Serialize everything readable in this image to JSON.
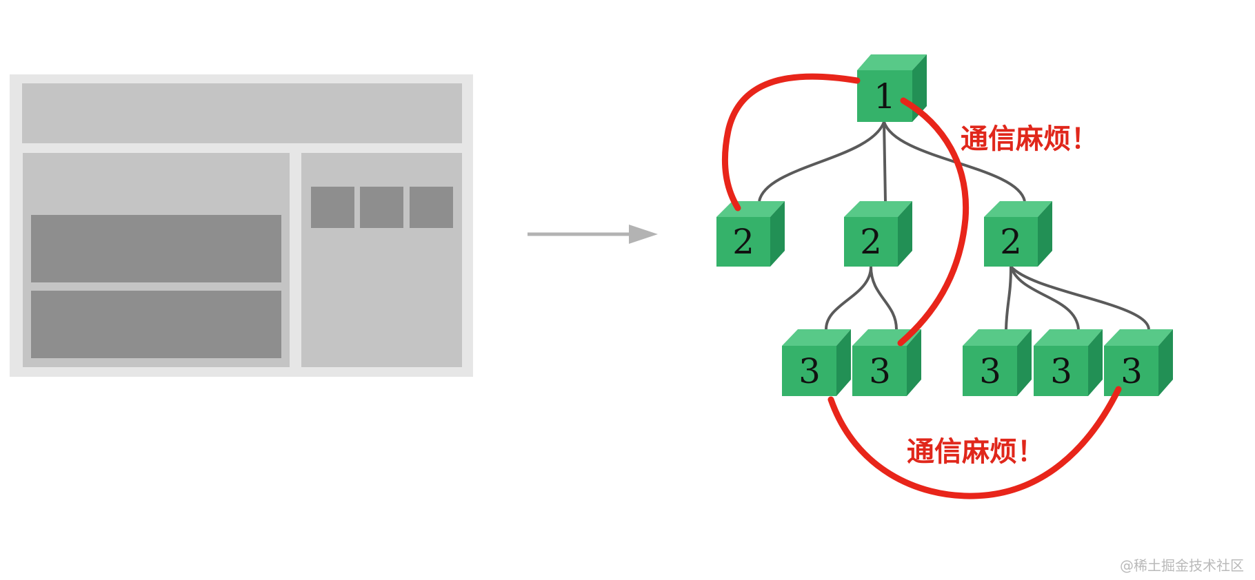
{
  "colors": {
    "wireframe_border": "#e6e6e6",
    "wireframe_light": "#c4c4c4",
    "wireframe_dark": "#8e8e8e",
    "arrow": "#b3b3b3",
    "cube_front": "#35b26a",
    "cube_top": "#58c988",
    "cube_side": "#229055",
    "tree_line": "#5a5a5a",
    "communication_line": "#e8251a"
  },
  "tree": {
    "root": {
      "label": "1"
    },
    "level2": [
      {
        "label": "2"
      },
      {
        "label": "2"
      },
      {
        "label": "2"
      }
    ],
    "level3": [
      {
        "label": "3"
      },
      {
        "label": "3"
      },
      {
        "label": "3"
      },
      {
        "label": "3"
      },
      {
        "label": "3"
      }
    ]
  },
  "annotations": {
    "upper": "通信麻烦！",
    "lower": "通信麻烦！"
  },
  "watermark": "@稀土掘金技术社区"
}
